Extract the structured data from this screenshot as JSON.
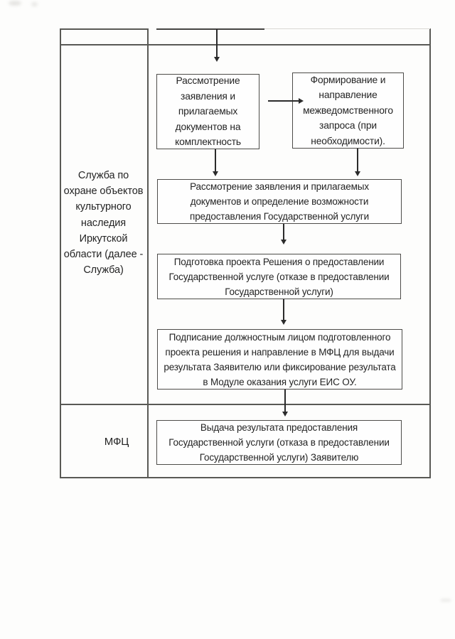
{
  "colors": {
    "ink": "#242424",
    "rule_line": "#595955",
    "arrow": "#2b2b2b",
    "page_background": "#fdfdfc"
  },
  "lanes": {
    "service": {
      "label": "Служба по\nохране объектов\nкультурного\nнаследия\nИркутской\nобласти (далее -\nСлужба)"
    },
    "mfc": {
      "label": "МФЦ"
    }
  },
  "flow": {
    "review_completeness": "Рассмотрение\nзаявления и\nприлагаемых\nдокументов на\nкомплектность",
    "interagency_request": "Формирование и\nнаправление\nмежведомственного\nзапроса (при\nнеобходимости).",
    "review_possibility": "Рассмотрение заявления и прилагаемых\nдокументов и определение возможности\nпредоставления Государственной услуги",
    "draft_decision": "Подготовка проекта Решения о предоставлении\nГосударственной услуге (отказе в предоставлении\nГосударственной услуги)",
    "signing_and_sending": "Подписание должностным лицом подготовленного\nпроекта решения и направление в МФЦ для выдачи\nрезультата Заявителю или фиксирование результата\nв Модуле оказания услуги ЕИС ОУ.",
    "issue_result": "Выдача результата предоставления\nГосударственной услуги (отказа в предоставлении\nГосударственной услуги) Заявителю"
  }
}
